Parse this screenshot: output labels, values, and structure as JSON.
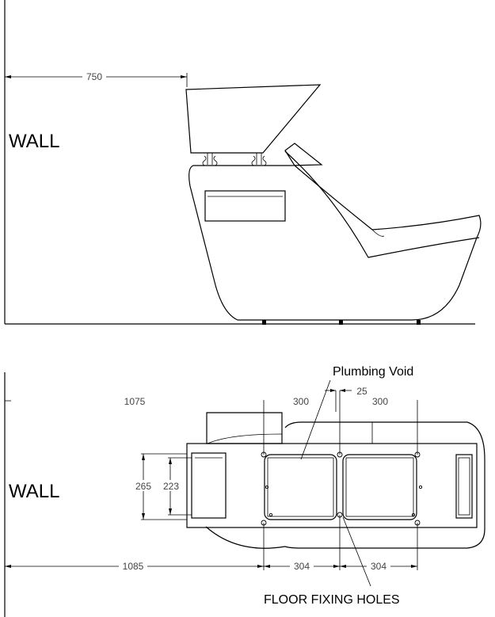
{
  "labels": {
    "wall_top": "WALL",
    "wall_bottom": "WALL",
    "plumbing_void": "Plumbing Void",
    "floor_fixing_holes": "FLOOR FIXING HOLES"
  },
  "dimensions": {
    "side_750": "750",
    "plan_1075": "1075",
    "plan_300_left": "300",
    "plan_25": "25",
    "plan_300_right": "300",
    "plan_265": "265",
    "plan_223": "223",
    "plan_1085": "1085",
    "plan_304_left": "304",
    "plan_304_right": "304"
  }
}
